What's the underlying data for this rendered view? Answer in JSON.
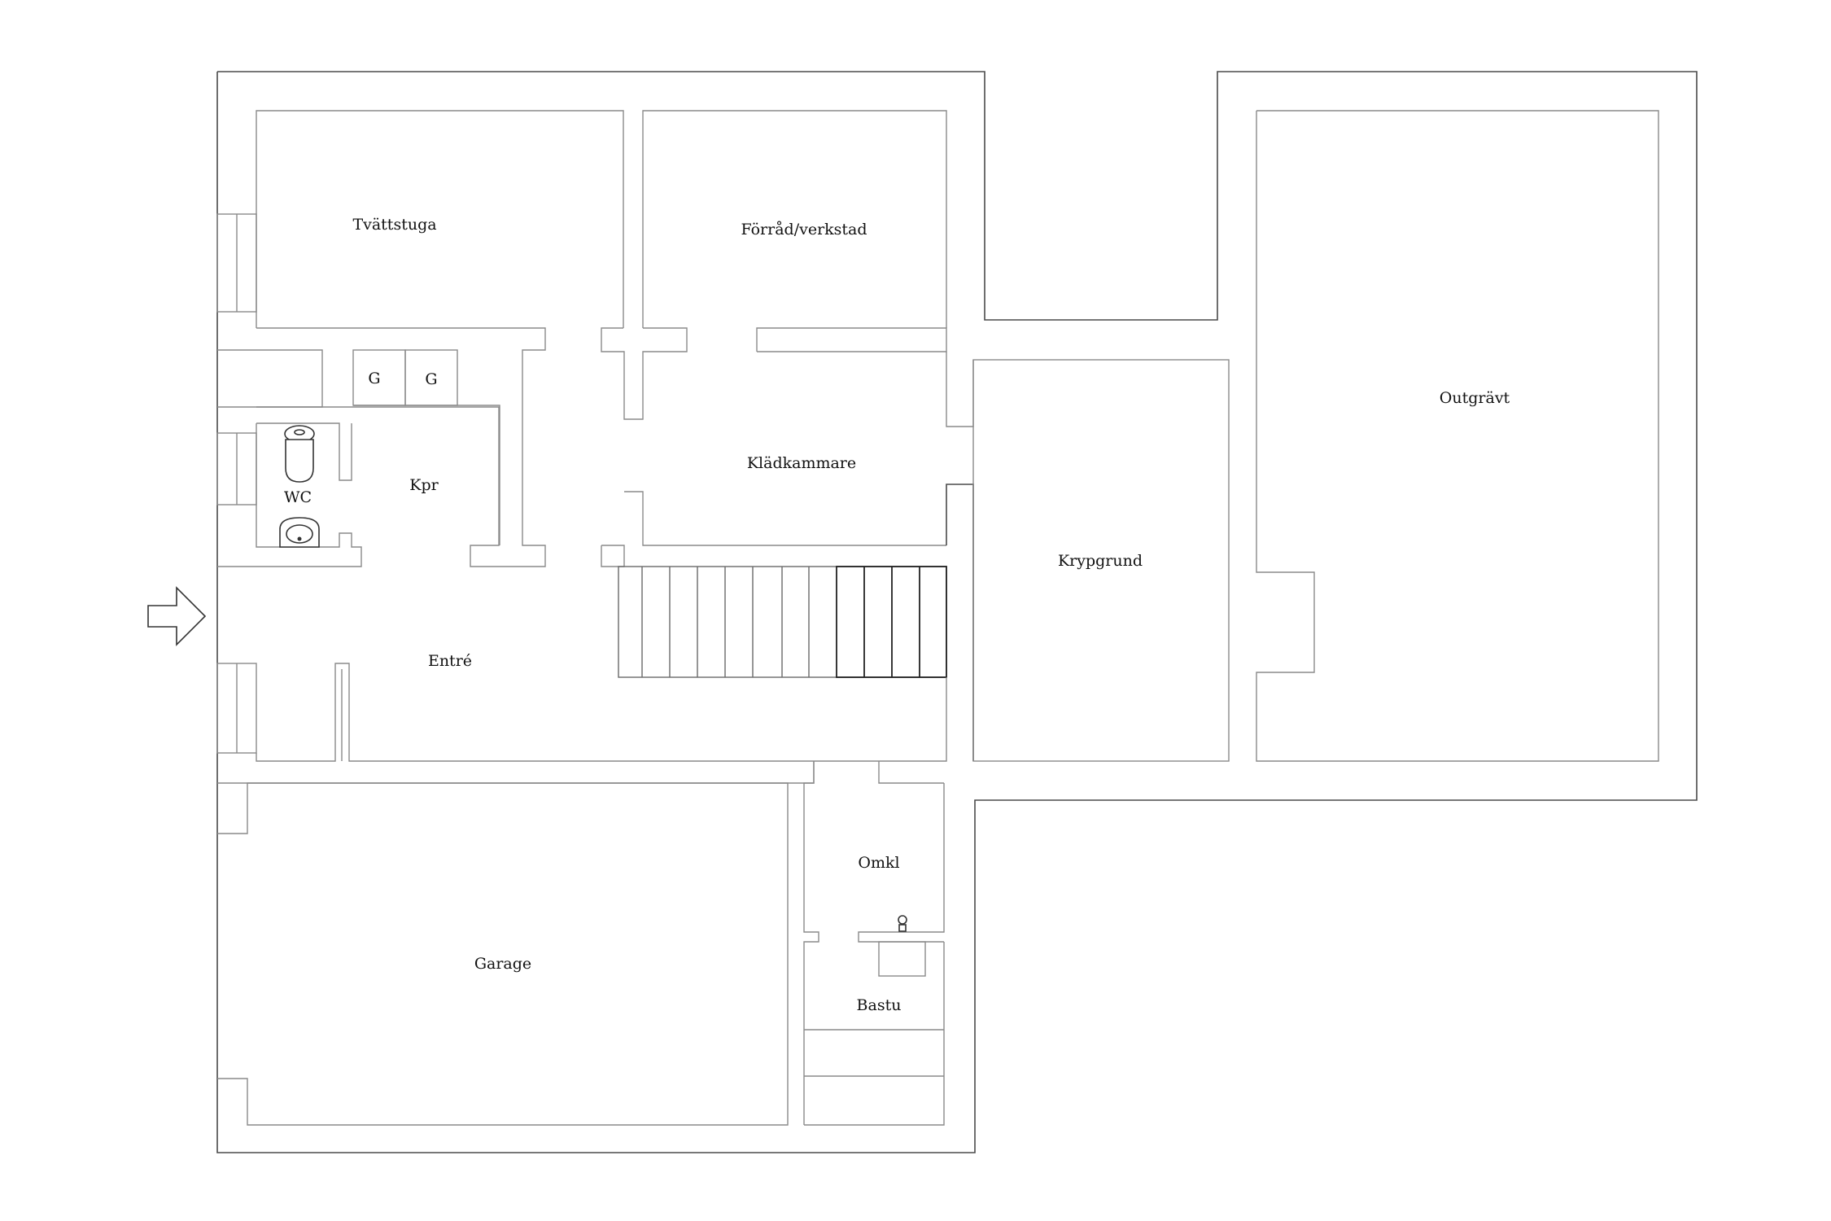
{
  "plan": {
    "rooms": {
      "tvattstuga": "Tvättstuga",
      "forrad": "Förråd/verkstad",
      "outgravt": "Outgrävt",
      "kladkammare": "Klädkammare",
      "kpr": "Kpr",
      "wc": "WC",
      "krypgrund": "Krypgrund",
      "entre": "Entré",
      "omkl": "Omkl",
      "garage": "Garage",
      "bastu": "Bastu"
    },
    "closets": {
      "g1": "G",
      "g2": "G"
    },
    "entrance_arrow_icon": "arrow-right-icon",
    "wall_color": "#4a4a4a",
    "background_color": "#ffffff"
  }
}
